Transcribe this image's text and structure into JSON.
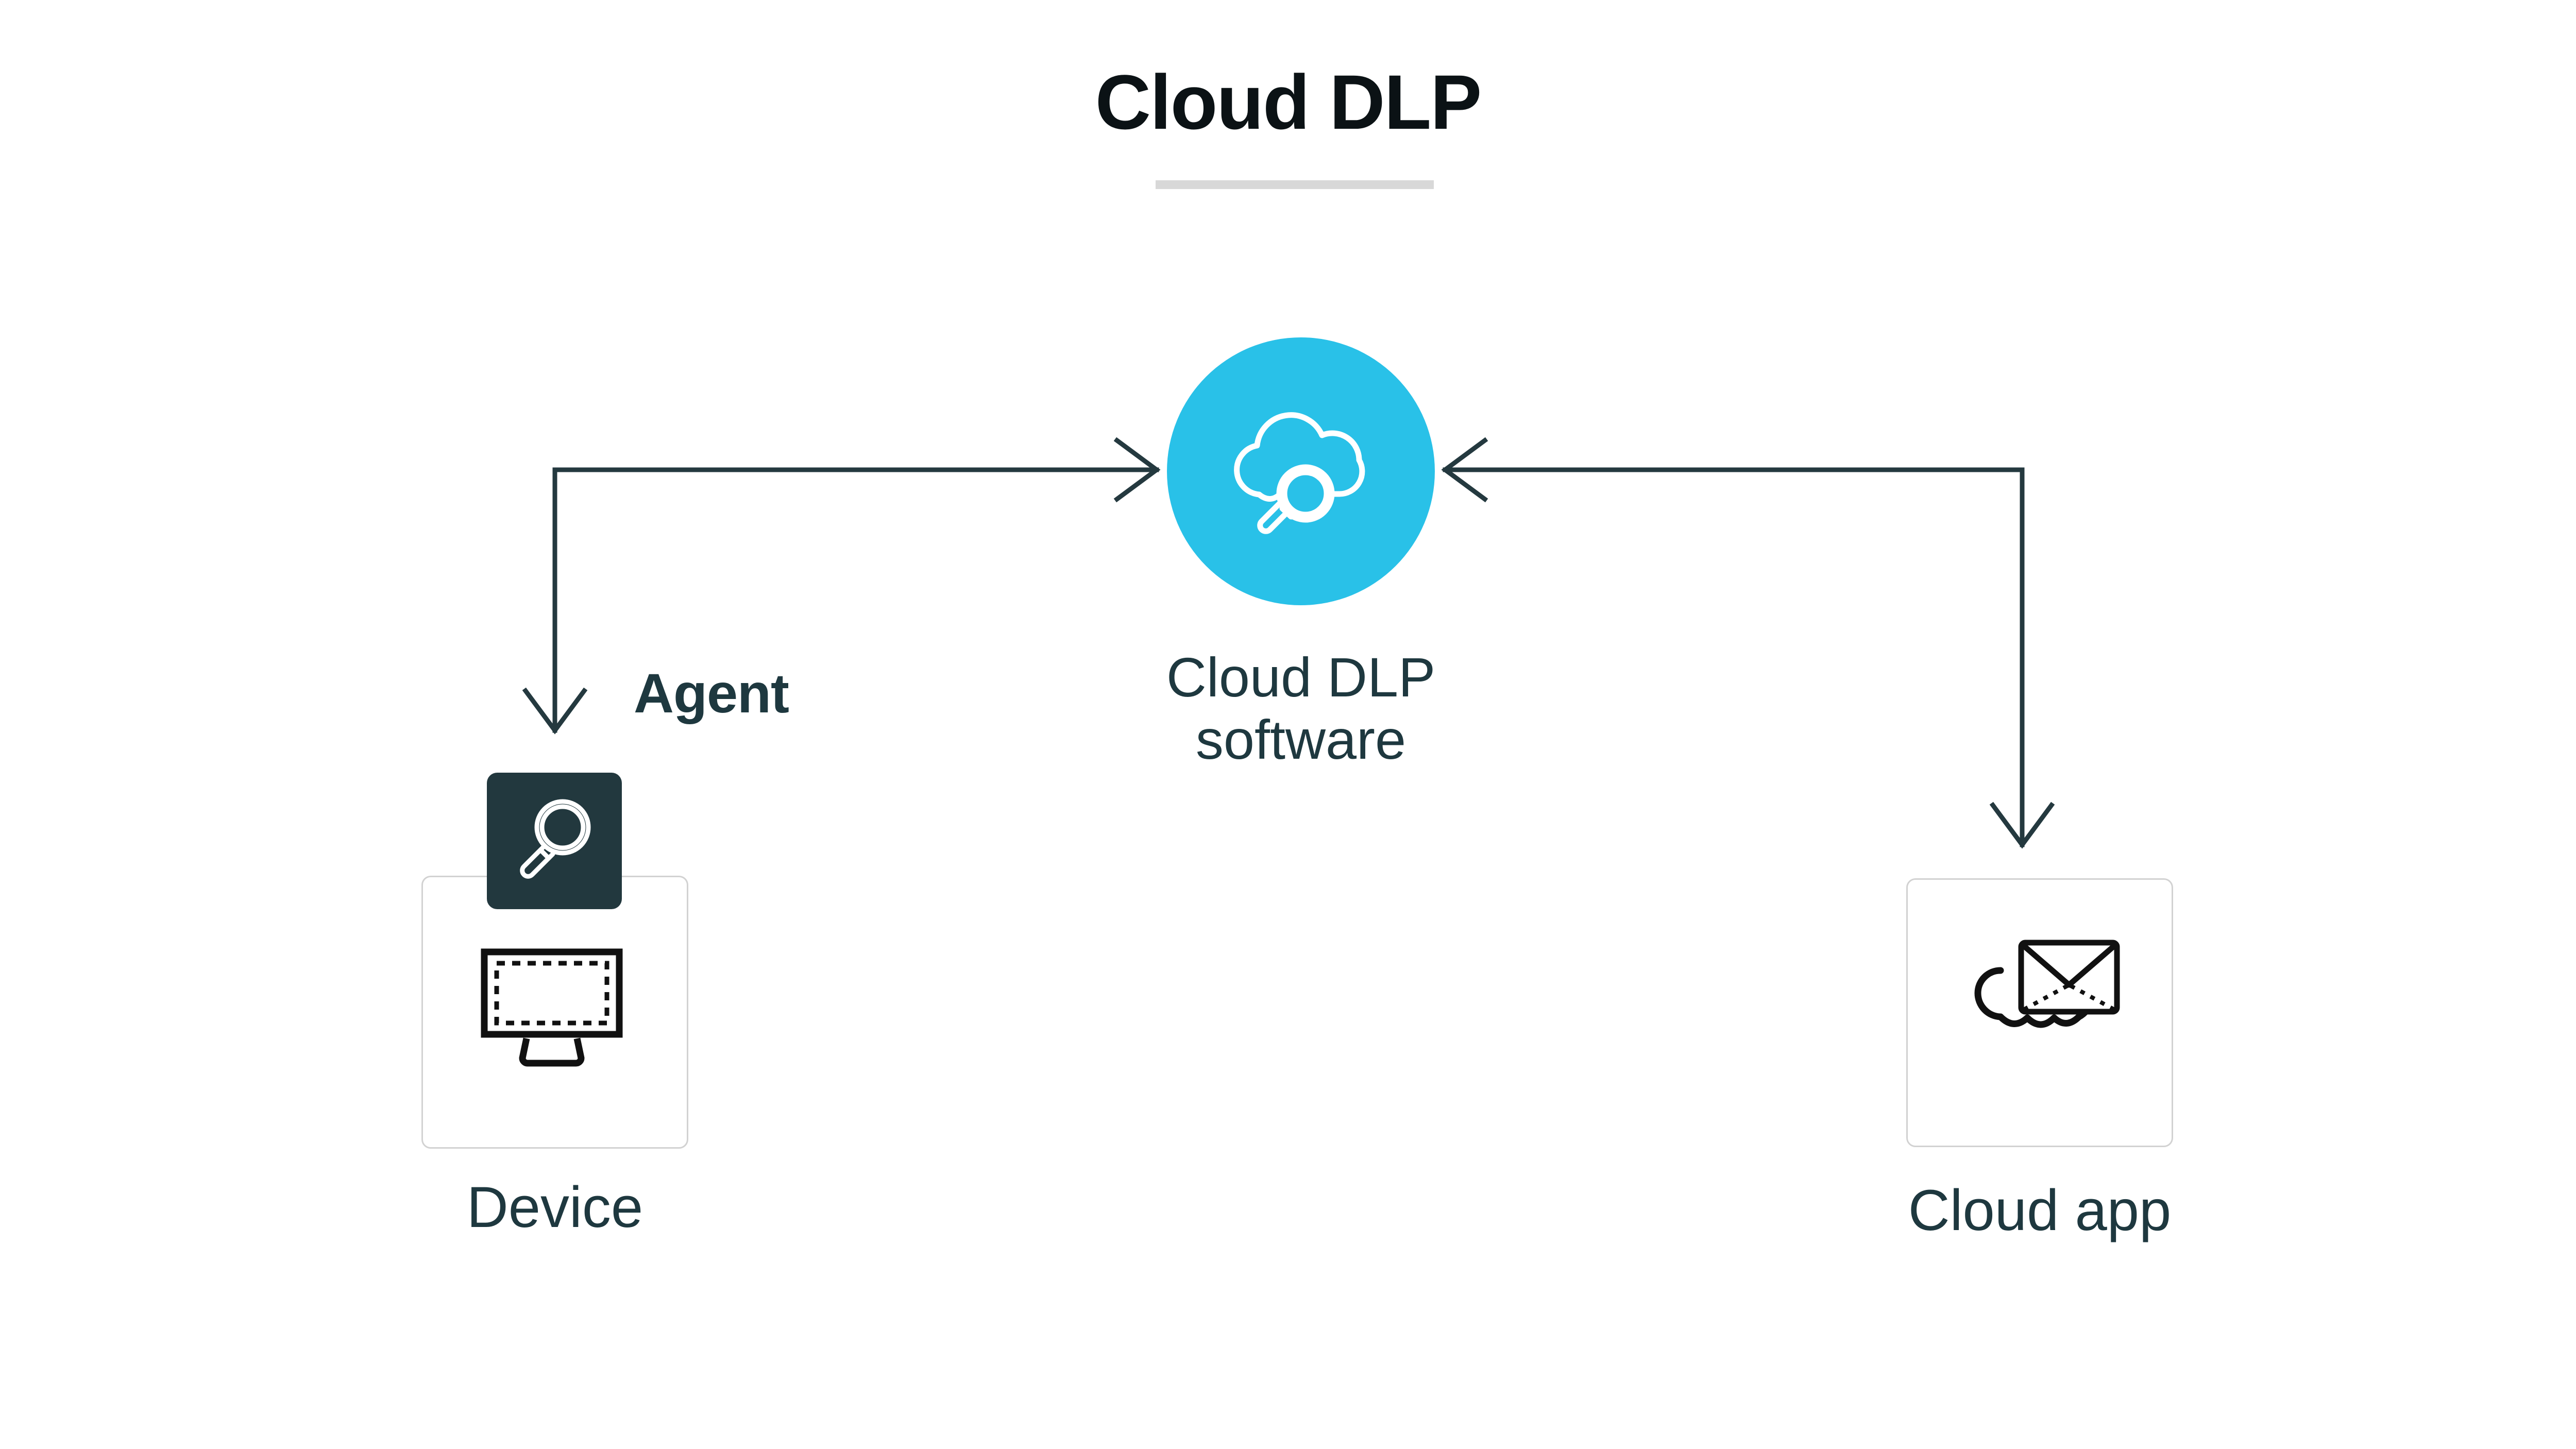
{
  "page": {
    "title": "Cloud DLP",
    "background_color": "#ffffff"
  },
  "colors": {
    "accent_cyan": "#29c1e8",
    "dark_teal": "#1e383f",
    "badge_fill": "#22383e",
    "title_black": "#0b1215",
    "card_border": "#d2d2d2",
    "rule_gray": "#d8d8d8",
    "icon_black": "#111111",
    "icon_white": "#ffffff"
  },
  "hub": {
    "icon_name": "cloud-magnifier-icon",
    "label_line1": "Cloud DLP",
    "label_line2": "software"
  },
  "nodes": [
    {
      "id": "device",
      "label": "Device",
      "icon_name": "monitor-icon",
      "badge": {
        "label": "Agent",
        "icon_name": "magnifier-icon"
      }
    },
    {
      "id": "cloud-app",
      "label": "Cloud app",
      "icon_name": "cloud-envelope-icon"
    }
  ],
  "connectors": [
    {
      "id": "device-to-hub",
      "from": "device",
      "to": "hub",
      "direction": "right",
      "arrowheads": [
        "hub-end",
        "device-end"
      ]
    },
    {
      "id": "cloudapp-to-hub",
      "from": "cloud-app",
      "to": "hub",
      "direction": "left",
      "arrowheads": [
        "hub-end",
        "cloudapp-end"
      ]
    }
  ]
}
